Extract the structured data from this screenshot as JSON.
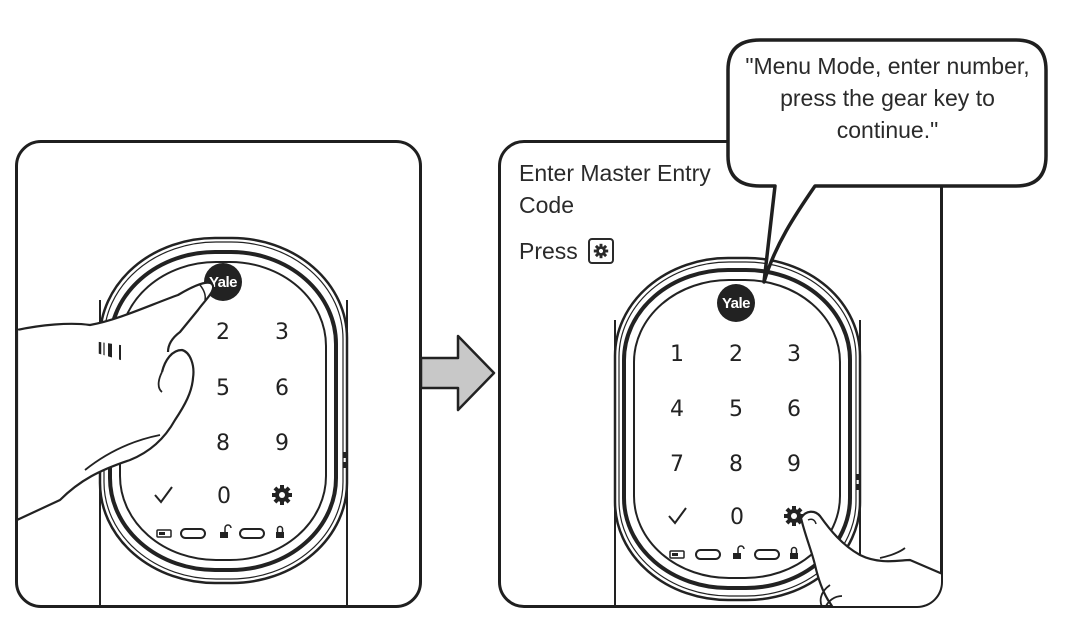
{
  "right_panel": {
    "instruction": "Enter Master Entry Code",
    "press_label": "Press"
  },
  "speech_bubble": "\"Menu Mode, enter number, press the gear key to continue.\"",
  "lock": {
    "brand": "Yale",
    "keys": [
      "1",
      "2",
      "3",
      "4",
      "5",
      "6",
      "7",
      "8",
      "9",
      "✓",
      "0"
    ]
  },
  "icons": {
    "gear": "gear-icon",
    "check": "check-icon",
    "arrow": "right-arrow-icon",
    "battery": "battery-icon",
    "unlock": "unlock-icon",
    "lock": "lock-icon",
    "hand": "hand-icon"
  }
}
